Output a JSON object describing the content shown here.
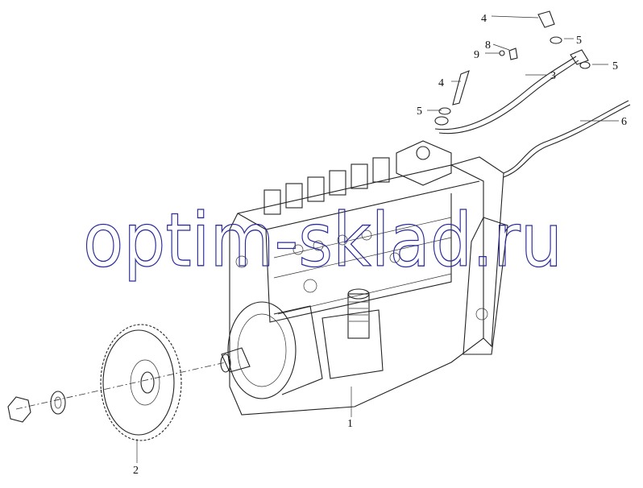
{
  "watermark": "optim-sklad.ru",
  "callouts": [
    {
      "id": "1",
      "label": "1"
    },
    {
      "id": "2",
      "label": "2"
    },
    {
      "id": "3",
      "label": "3"
    },
    {
      "id": "4a",
      "label": "4"
    },
    {
      "id": "4b",
      "label": "4"
    },
    {
      "id": "5a",
      "label": "5"
    },
    {
      "id": "5b",
      "label": "5"
    },
    {
      "id": "5c",
      "label": "5"
    },
    {
      "id": "6",
      "label": "6"
    },
    {
      "id": "8",
      "label": "8"
    },
    {
      "id": "9",
      "label": "9"
    }
  ],
  "colors": {
    "watermark": "#2b2b9c",
    "lines": "#222222"
  }
}
